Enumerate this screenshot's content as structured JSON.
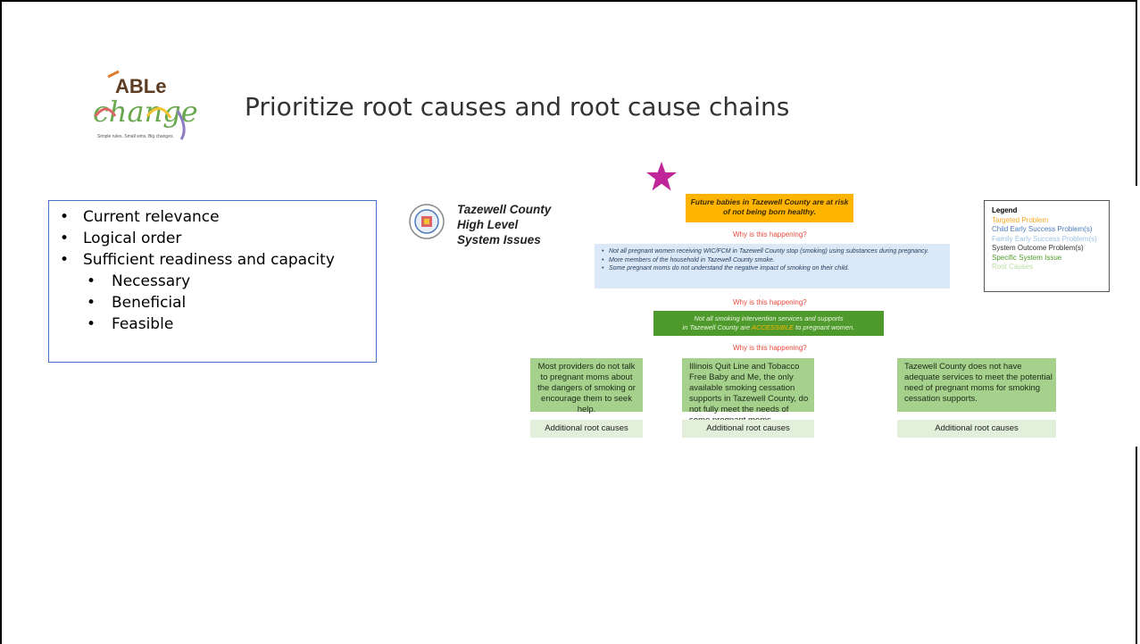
{
  "slide": {
    "title": "Prioritize root causes and root cause chains",
    "logo": {
      "word_top": "ABLe",
      "word_bottom": "change",
      "tagline": "Simple rules. Small wins. Big changes."
    },
    "bullets": [
      {
        "text": "Current relevance",
        "level": 1
      },
      {
        "text": "Logical order",
        "level": 1
      },
      {
        "text": "Sufficient readiness and capacity",
        "level": 1
      },
      {
        "text": "Necessary",
        "level": 2
      },
      {
        "text": "Beneficial",
        "level": 2
      },
      {
        "text": "Feasible",
        "level": 2
      }
    ]
  },
  "diagram": {
    "county_title": [
      "Tazewell County",
      "High Level",
      "System Issues"
    ],
    "targeted_problem": [
      "Future babies in Tazewell County are at risk",
      "of not being born healthy."
    ],
    "why_label": "Why is this happening?",
    "child_problems": [
      "Not all pregnant women receiving WIC/FCM in Tazewell County stop (smoking) using substances during pregnancy.",
      "More members of the household in Tazewell County smoke.",
      "Some pregnant moms do not understand the negative impact of smoking on their child."
    ],
    "system_issue": {
      "line1": "Not all smoking intervention services and supports",
      "pre": "in Tazewell County are ",
      "accent": "ACCESSIBLE",
      "post": " to pregnant women."
    },
    "root_causes": [
      "Most providers do not talk to pregnant moms about the dangers of smoking or encourage them to seek help.",
      "Illinois Quit Line and Tobacco Free Baby and Me, the only available smoking cessation supports in Tazewell County, do not fully meet the needs of some pregnant moms.",
      "Tazewell County does not have adequate services to meet the potential need of pregnant moms for smoking cessation supports."
    ],
    "additional_label": "Additional root causes",
    "legend": {
      "title": "Legend",
      "items": [
        {
          "label": "Targeted Problem",
          "color": "#f5a623"
        },
        {
          "label": "Child Early Success Problem(s)",
          "color": "#4a7bbd"
        },
        {
          "label": "Family Early Success Problem(s)",
          "color": "#9ec3e6"
        },
        {
          "label": "System Outcome Problem(s)",
          "color": "#333333"
        },
        {
          "label": "Specific System Issue",
          "color": "#4f9a2c"
        },
        {
          "label": "Root Causes",
          "color": "#b9dca2"
        }
      ]
    },
    "star_color": "#c0259a"
  }
}
